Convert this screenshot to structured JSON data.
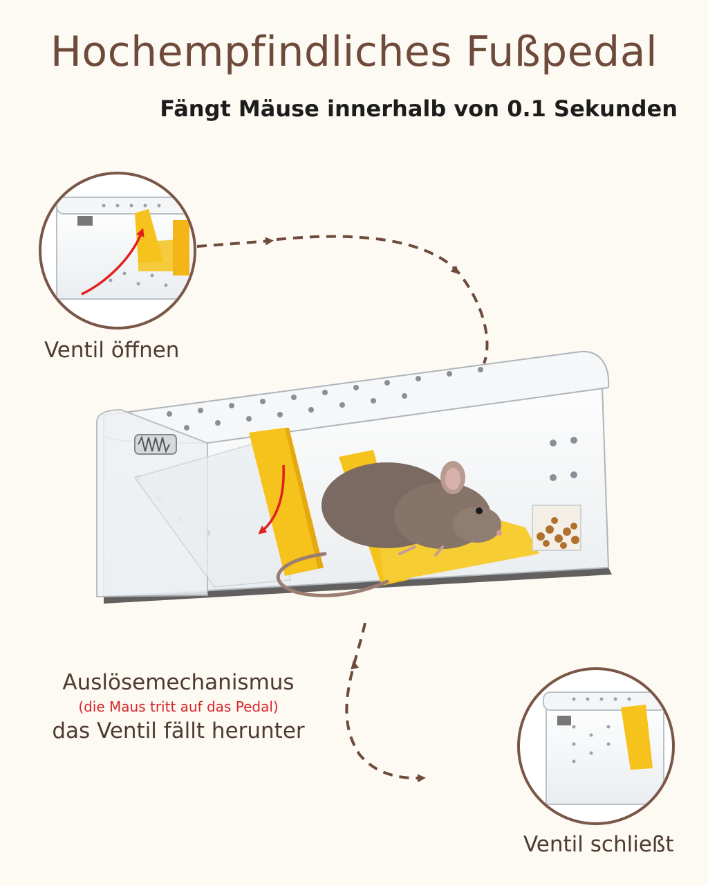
{
  "header": {
    "title": "Hochempfindliches Fußpedal",
    "subtitle": "Fängt Mäuse innerhalb von 0.1 Sekunden"
  },
  "steps": {
    "open_label": "Ventil öffnen",
    "trigger_label": "Auslösemechanismus",
    "trigger_note": "(die Maus tritt auf das Pedal)",
    "trigger_result": "das Ventil fällt herunter",
    "close_label": "Ventil schließt"
  },
  "colors": {
    "title": "#6e4a3b",
    "subtitle": "#1c1c1c",
    "label": "#4d3b32",
    "note": "#d8262b",
    "circle_border": "#7a5647",
    "pedal_yellow": "#f6c21c",
    "arrow_red": "#e0201f",
    "background": "#fdf9f3"
  },
  "icons": {
    "trap": "mouse-trap-illustration",
    "mouse": "mouse-illustration",
    "spring": "spring-icon",
    "arrow": "dashed-arrow-icon"
  }
}
